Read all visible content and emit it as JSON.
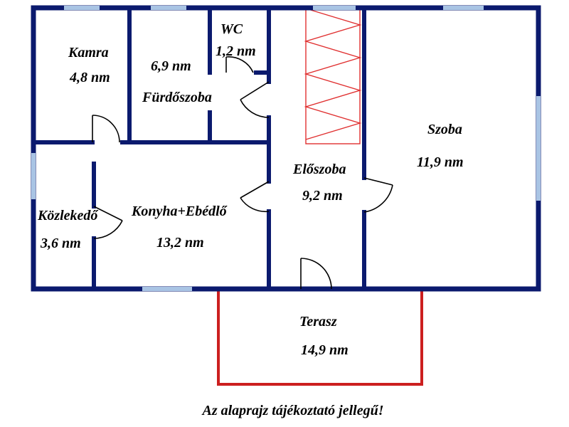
{
  "rooms": {
    "kamra": {
      "name": "Kamra",
      "area": "4,8 nm"
    },
    "furdoszoba": {
      "name": "Fürdőszoba",
      "area": "6,9 nm"
    },
    "wc": {
      "name": "WC",
      "area": "1,2 nm"
    },
    "szoba": {
      "name": "Szoba",
      "area": "11,9 nm"
    },
    "eloszoba": {
      "name": "Előszoba",
      "area": "9,2 nm"
    },
    "kozlekedo": {
      "name": "Közlekedő",
      "area": "3,6 nm"
    },
    "konyha": {
      "name": "Konyha+Ebédlő",
      "area": "13,2 nm"
    },
    "terasz": {
      "name": "Terasz",
      "area": "14,9 nm"
    }
  },
  "note": "Az alaprajz tájékoztató jellegű!",
  "colors": {
    "wall": "#0b1a6e",
    "terrace": "#cc1f1f",
    "window": "#a9c4e4",
    "stair": "#e03030"
  }
}
